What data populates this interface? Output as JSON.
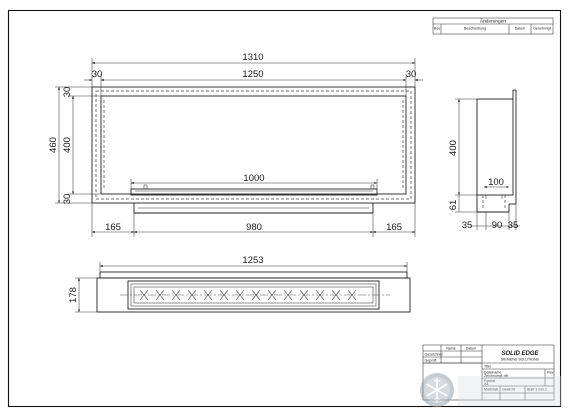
{
  "revisions": {
    "title": "Änderungen",
    "columns": [
      "Rev",
      "Beschreibung",
      "Datum",
      "Genehmigt"
    ]
  },
  "front_view": {
    "dims": {
      "overall_width": "1310",
      "inner_width": "1250",
      "left_margin": "30",
      "right_margin": "30",
      "total_height": "460",
      "inner_height": "400",
      "top_margin": "30",
      "bottom_margin": "30",
      "burner_length": "1000",
      "left_offset": "165",
      "base_width": "980",
      "right_offset": "165"
    }
  },
  "side_view": {
    "dims": {
      "height": "400",
      "width": "100",
      "depth_step": "61",
      "left": "35",
      "middle": "90",
      "right": "35"
    }
  },
  "top_view": {
    "dims": {
      "length": "1253",
      "depth": "178"
    }
  },
  "title_block": {
    "logo_line1": "SOLID EDGE",
    "logo_line2": "SIEMENS SOLUTIONS",
    "col_name": "Name",
    "col_date": "Datum",
    "row_drawn": "Gezeichnet",
    "row_checked": "Geprüft",
    "title_label": "Titel",
    "file_label": "Dateiname",
    "file_value": "Zeichnung1.dft",
    "size_label": "Format",
    "size_value": "A3",
    "scale_label": "Maßstab",
    "weight_label": "Gewicht",
    "sheet_label": "Blatt 1 von 1",
    "rev_label": "Rev"
  },
  "watermark": {
    "icon": "snowflake-logo-icon"
  }
}
